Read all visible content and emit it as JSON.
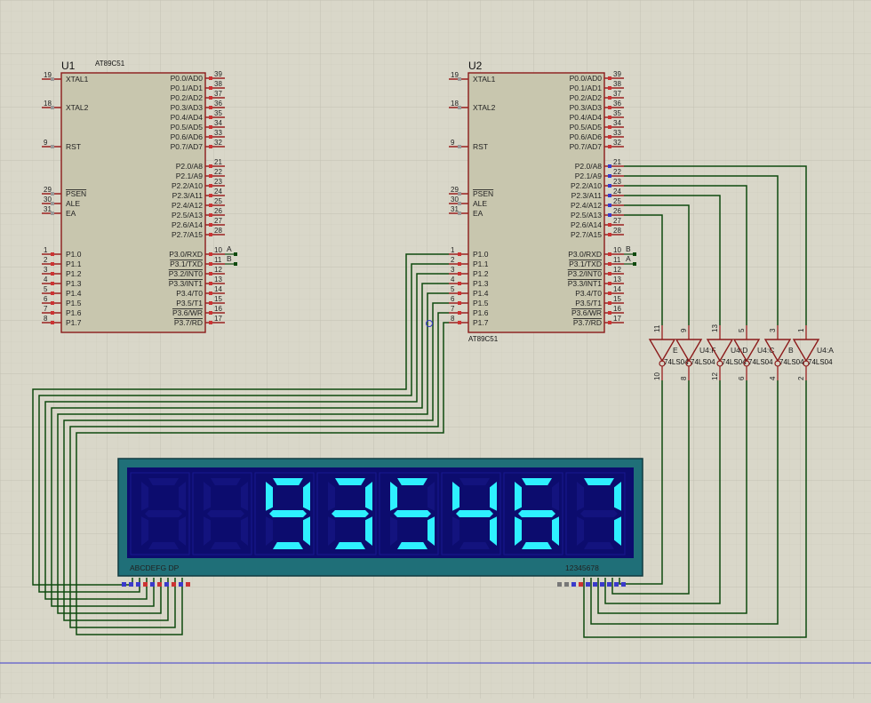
{
  "colors": {
    "background": "#d9d7c9",
    "grid": "#c7c5b6",
    "ic_body": "#c8c6ae",
    "ic_border": "#8b1a1a",
    "pin": "#9b2020",
    "wire": "#0f4a0f",
    "display_frame": "#1f6f78",
    "display_bg": "#0c0c6e",
    "segment_on": "#2ef0ff",
    "segment_off": "#13137e",
    "rail": "#3a3acb"
  },
  "chips": [
    {
      "ref": "U1",
      "part": "AT89C51",
      "left_pins": [
        {
          "num": "19",
          "label": "XTAL1"
        },
        {
          "num": "18",
          "label": "XTAL2"
        },
        {
          "num": "9",
          "label": "RST"
        },
        {
          "num": "29",
          "label": "PSEN"
        },
        {
          "num": "30",
          "label": "ALE"
        },
        {
          "num": "31",
          "label": "EA"
        },
        {
          "num": "1",
          "label": "P1.0"
        },
        {
          "num": "2",
          "label": "P1.1"
        },
        {
          "num": "3",
          "label": "P1.2"
        },
        {
          "num": "4",
          "label": "P1.3"
        },
        {
          "num": "5",
          "label": "P1.4"
        },
        {
          "num": "6",
          "label": "P1.5"
        },
        {
          "num": "7",
          "label": "P1.6"
        },
        {
          "num": "8",
          "label": "P1.7"
        }
      ],
      "right_pins": [
        {
          "num": "39",
          "label": "P0.0/AD0"
        },
        {
          "num": "38",
          "label": "P0.1/AD1"
        },
        {
          "num": "37",
          "label": "P0.2/AD2"
        },
        {
          "num": "36",
          "label": "P0.3/AD3"
        },
        {
          "num": "35",
          "label": "P0.4/AD4"
        },
        {
          "num": "34",
          "label": "P0.5/AD5"
        },
        {
          "num": "33",
          "label": "P0.6/AD6"
        },
        {
          "num": "32",
          "label": "P0.7/AD7"
        },
        {
          "num": "21",
          "label": "P2.0/A8"
        },
        {
          "num": "22",
          "label": "P2.1/A9"
        },
        {
          "num": "23",
          "label": "P2.2/A10"
        },
        {
          "num": "24",
          "label": "P2.3/A11"
        },
        {
          "num": "25",
          "label": "P2.4/A12"
        },
        {
          "num": "26",
          "label": "P2.5/A13"
        },
        {
          "num": "27",
          "label": "P2.6/A14"
        },
        {
          "num": "28",
          "label": "P2.7/A15"
        },
        {
          "num": "10",
          "label": "P3.0/RXD"
        },
        {
          "num": "11",
          "label": "P3.1/TXD"
        },
        {
          "num": "12",
          "label": "P3.2/INT0"
        },
        {
          "num": "13",
          "label": "P3.3/INT1"
        },
        {
          "num": "14",
          "label": "P3.4/T0"
        },
        {
          "num": "15",
          "label": "P3.5/T1"
        },
        {
          "num": "16",
          "label": "P3.6/WR"
        },
        {
          "num": "17",
          "label": "P3.7/RD"
        }
      ],
      "net_labels": [
        "A",
        "B"
      ]
    },
    {
      "ref": "U2",
      "part": "AT89C51",
      "left_pins": [
        {
          "num": "19",
          "label": "XTAL1"
        },
        {
          "num": "18",
          "label": "XTAL2"
        },
        {
          "num": "9",
          "label": "RST"
        },
        {
          "num": "29",
          "label": "PSEN"
        },
        {
          "num": "30",
          "label": "ALE"
        },
        {
          "num": "31",
          "label": "EA"
        },
        {
          "num": "1",
          "label": "P1.0"
        },
        {
          "num": "2",
          "label": "P1.1"
        },
        {
          "num": "3",
          "label": "P1.2"
        },
        {
          "num": "4",
          "label": "P1.3"
        },
        {
          "num": "5",
          "label": "P1.4"
        },
        {
          "num": "6",
          "label": "P1.5"
        },
        {
          "num": "7",
          "label": "P1.6"
        },
        {
          "num": "8",
          "label": "P1.7"
        }
      ],
      "right_pins": [
        {
          "num": "39",
          "label": "P0.0/AD0"
        },
        {
          "num": "38",
          "label": "P0.1/AD1"
        },
        {
          "num": "37",
          "label": "P0.2/AD2"
        },
        {
          "num": "36",
          "label": "P0.3/AD3"
        },
        {
          "num": "35",
          "label": "P0.4/AD4"
        },
        {
          "num": "34",
          "label": "P0.5/AD5"
        },
        {
          "num": "33",
          "label": "P0.6/AD6"
        },
        {
          "num": "32",
          "label": "P0.7/AD7"
        },
        {
          "num": "21",
          "label": "P2.0/A8"
        },
        {
          "num": "22",
          "label": "P2.1/A9"
        },
        {
          "num": "23",
          "label": "P2.2/A10"
        },
        {
          "num": "24",
          "label": "P2.3/A11"
        },
        {
          "num": "25",
          "label": "P2.4/A12"
        },
        {
          "num": "26",
          "label": "P2.5/A13"
        },
        {
          "num": "27",
          "label": "P2.6/A14"
        },
        {
          "num": "28",
          "label": "P2.7/A15"
        },
        {
          "num": "10",
          "label": "P3.0/RXD"
        },
        {
          "num": "11",
          "label": "P3.1/TXD"
        },
        {
          "num": "12",
          "label": "P3.2/INT0"
        },
        {
          "num": "13",
          "label": "P3.3/INT1"
        },
        {
          "num": "14",
          "label": "P3.4/T0"
        },
        {
          "num": "15",
          "label": "P3.5/T1"
        },
        {
          "num": "16",
          "label": "P3.6/WR"
        },
        {
          "num": "17",
          "label": "P3.7/RD"
        }
      ],
      "net_labels": [
        "B",
        "A"
      ]
    }
  ],
  "inverters": [
    {
      "label": "E",
      "part": "74LS04",
      "in_pin": "11",
      "out_pin": "10"
    },
    {
      "label": "U4:F",
      "part": "74LS04",
      "in_pin": "9",
      "out_pin": "8"
    },
    {
      "label": "U4:D",
      "part": "74LS04",
      "in_pin": "13",
      "out_pin": "12"
    },
    {
      "label": "U4:C",
      "part": "74LS04",
      "in_pin": "5",
      "out_pin": "6"
    },
    {
      "label": "B",
      "part": "74LS04",
      "in_pin": "3",
      "out_pin": "4"
    },
    {
      "label": "U4:A",
      "part": "74LS04",
      "in_pin": "1",
      "out_pin": "2"
    }
  ],
  "inverter_part_texts": [
    "74LS04",
    "74LS04",
    "74LS04",
    "74LS04",
    "74LS04",
    "74LS04"
  ],
  "display": {
    "segment_pins_label": "ABCDEFG  DP",
    "digit_pins_label": "12345678",
    "digits": [
      "",
      "",
      "9",
      "3",
      "5",
      "4",
      "6",
      "7"
    ]
  }
}
